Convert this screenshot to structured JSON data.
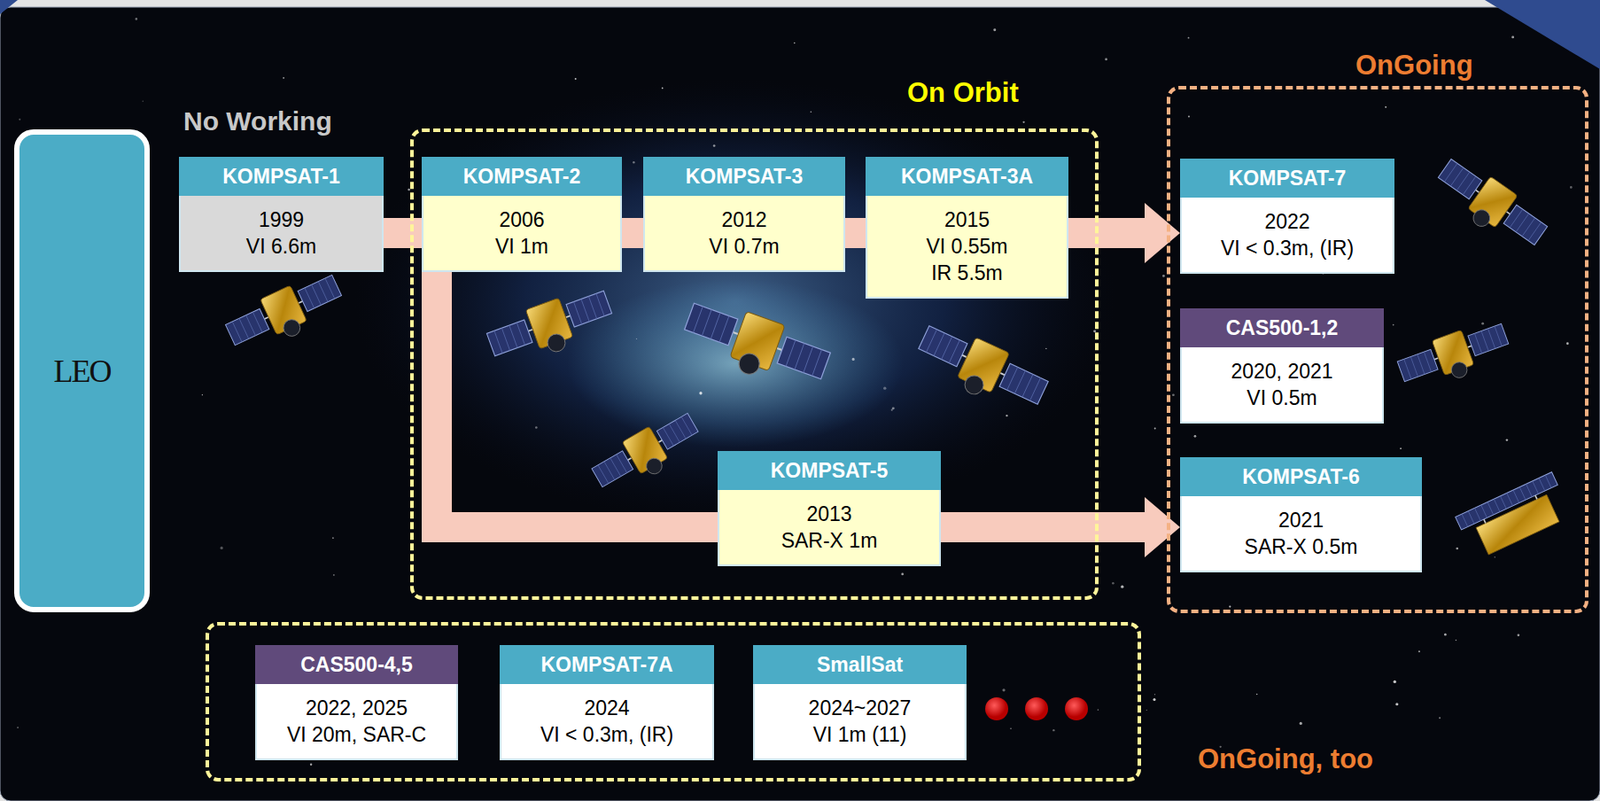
{
  "diagram": {
    "nodes": [
      {
        "text": [
          "LEO"
        ]
      },
      {
        "text": [
          "KOMPSAT-1",
          "1999",
          "VI 6.6m"
        ]
      },
      {
        "text": [
          "On Orbit"
        ]
      },
      {
        "text": [
          "KOMPSAT-2",
          "2006",
          "VI 1m"
        ],
        "in": 2
      },
      {
        "text": [
          "KOMPSAT-3",
          "2012",
          "VI 0.7m"
        ],
        "in": 2
      },
      {
        "text": [
          "KOMPSAT-3A",
          "2015",
          "VI 0.55m",
          "IR 5.5m"
        ],
        "in": 2
      },
      {
        "text": [
          "KOMPSAT-5",
          "2013",
          "SAR-X 1m"
        ],
        "in": 2
      },
      {
        "text": [
          "OnGoing"
        ]
      },
      {
        "text": [
          "KOMPSAT-7",
          "2022",
          "VI < 0.3m, (IR)"
        ],
        "in": 7
      },
      {
        "text": [
          "CAS500-1,2",
          "2020, 2021",
          "VI 0.5m"
        ],
        "in": 7
      },
      {
        "text": [
          "KOMPSAT-6",
          "2021",
          "SAR-X 0.5m"
        ],
        "in": 7
      },
      {
        "text": [
          "OnGoing, too"
        ]
      },
      {
        "text": [
          "CAS500-4,5",
          "2022, 2025",
          "VI 20m, SAR-C"
        ],
        "in": 11
      },
      {
        "text": [
          "KOMPSAT-7A",
          "2024",
          "VI < 0.3m, (IR)"
        ],
        "in": 11
      },
      {
        "text": [
          "SmallSat",
          "2024~2027",
          "VI 1m (11)"
        ],
        "in": 11
      }
    ],
    "edges": [
      {
        "from": 1,
        "to": 3,
        "arrow": "none"
      },
      {
        "from": 3,
        "to": 4,
        "arrow": "none"
      },
      {
        "from": 4,
        "to": 5,
        "arrow": "none"
      },
      {
        "from": 5,
        "to": 8,
        "arrow": "to"
      },
      {
        "from": 3,
        "to": 6,
        "arrow": "none"
      },
      {
        "from": 6,
        "to": 10,
        "arrow": "to"
      }
    ],
    "labels": [
      "No Working"
    ]
  }
}
